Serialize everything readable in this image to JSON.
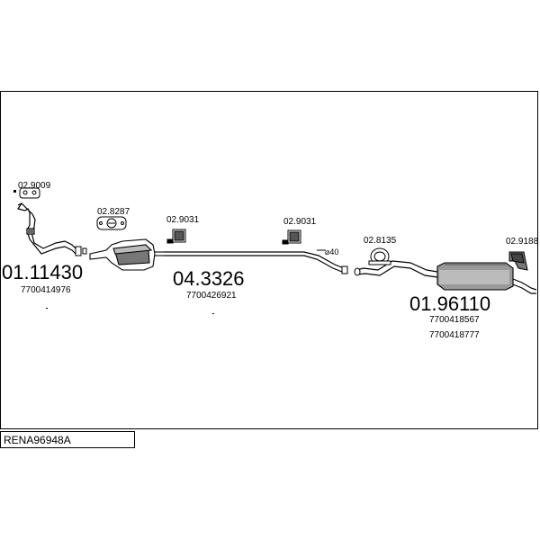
{
  "caption": "RENA96948A",
  "parts": {
    "front_pipe": {
      "number": "01.11430",
      "oem": "7700414976"
    },
    "middle_pipe": {
      "number": "04.3326",
      "oem": "7700426921"
    },
    "rear_silencer": {
      "number": "01.96110",
      "oem_1": "7700418567",
      "oem_2": "7700418777"
    }
  },
  "accessories": {
    "gasket_front": "02.9009",
    "clamp": "02.8287",
    "hanger_1": "02.9031",
    "hanger_2": "02.9031",
    "hanger_rear": "02.8135",
    "bracket_rear": "02.9188"
  },
  "pipe_diameter": "⌀40"
}
